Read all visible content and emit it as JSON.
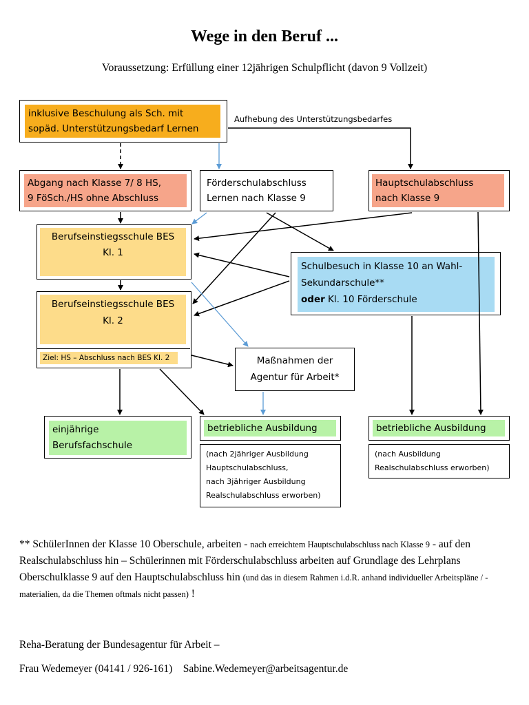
{
  "title": "Wege in den Beruf ...",
  "subtitle": "Voraussetzung: Erfüllung einer 12jährigen Schulpflicht (davon 9 Vollzeit)",
  "boxes": {
    "inklusive": {
      "line1": "inklusive Beschulung als Sch. mit",
      "line2": "sopäd. Unterstützungsbedarf Lernen"
    },
    "aufhebung_label": "Aufhebung des Unterstützungsbedarfes",
    "abgang": {
      "line1": "Abgang nach Klasse 7/ 8 HS,",
      "line2": "9 FöSch./HS ohne Abschluss"
    },
    "foerderschulabschluss": {
      "line1": "Förderschulabschluss",
      "line2": "Lernen nach Klasse 9"
    },
    "hauptschulabschluss": {
      "line1": "Hauptschulabschluss",
      "line2": "nach Klasse 9"
    },
    "bes1": {
      "line1": "Berufseinstiegsschule BES",
      "line2": "Kl. 1"
    },
    "schulbesuch": {
      "line1": "Schulbesuch in Klasse 10 an Wahl-",
      "line2": "Sekundarschule**",
      "line3_bold": "oder",
      "line3_rest": " Kl. 10 Förderschule"
    },
    "bes2": {
      "line1": "Berufseinstiegsschule BES",
      "line2": "Kl. 2",
      "ziel": "Ziel: HS – Abschluss nach BES Kl. 2"
    },
    "massnahmen": {
      "line1": "Maßnahmen der",
      "line2": "Agentur für Arbeit*"
    },
    "berufsfachschule": {
      "line1": "einjährige",
      "line2": "Berufsfachschule"
    },
    "ausbildung1": {
      "label": "betriebliche Ausbildung",
      "note1": "(nach 2jähriger Ausbildung",
      "note2": "Hauptschulabschluss,",
      "note3": "nach 3jähriger Ausbildung",
      "note4": "Realschulabschluss erworben)"
    },
    "ausbildung2": {
      "label": "betriebliche Ausbildung",
      "note1": "(nach Ausbildung",
      "note2": "Realschulabschluss erworben)"
    }
  },
  "footnote": {
    "p1": "** SchülerInnen der Klasse 10 Oberschule, arbeiten - ",
    "p2_small": "nach erreichtem Hauptschulabschluss nach Klasse 9",
    "p3": " - auf den Realschulabschluss hin – Schülerinnen mit Förderschulabschluss arbeiten auf Grundlage des Lehrplans Oberschulklasse 9 auf den Hauptschulabschluss hin ",
    "p4_small": "(und das in diesem Rahmen i.d.R. anhand individueller Arbeitspläne / -materialien, da die Themen oftmals nicht passen)",
    "p5": " !"
  },
  "contact": {
    "line1": "Reha-Beratung der Bundesagentur für Arbeit –",
    "line2": "Frau Wedemeyer (04141 / 926-161)    Sabine.Wedemeyer@arbeitsagentur.de"
  },
  "colors": {
    "arrow_black": "#000000",
    "arrow_blue": "#5b9bd5"
  }
}
